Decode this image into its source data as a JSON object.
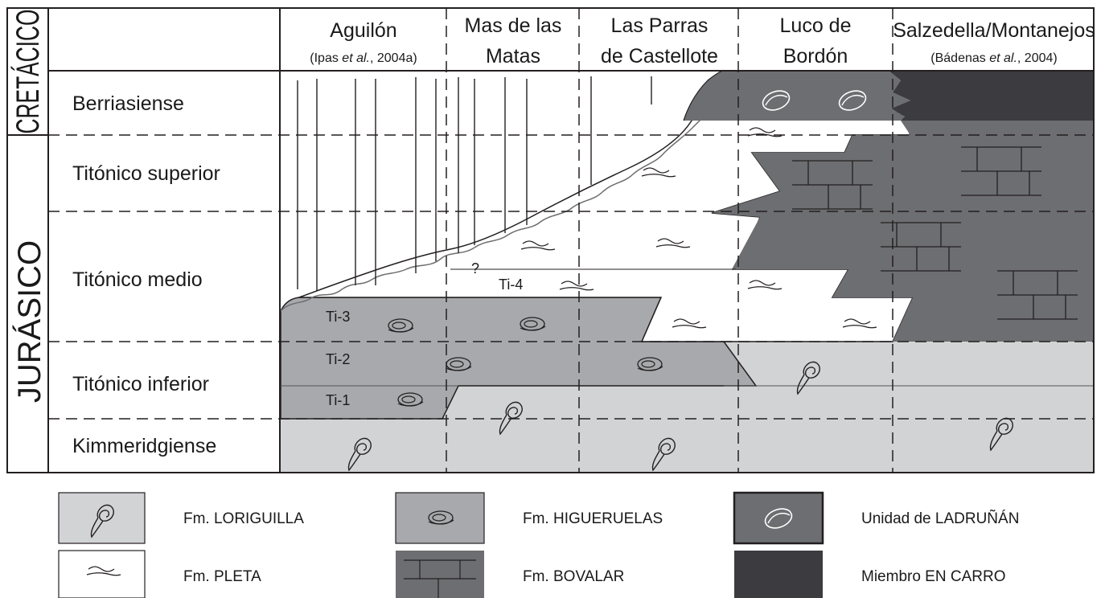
{
  "periods": {
    "cretaceous": "CRETÁCICO",
    "jurassic": "JURÁSICO"
  },
  "stages": {
    "berriasiense": "Berriasiense",
    "titonico_superior": "Titónico superior",
    "titonico_medio": "Titónico medio",
    "titonico_inferior": "Titónico inferior",
    "kimmeridgiense": "Kimmeridgiense"
  },
  "columns": {
    "aguilon": {
      "line1": "Aguilón",
      "line2_pre": "(Ipas ",
      "line2_em": "et al.",
      "line2_post": ", 2004a)"
    },
    "mas": {
      "line1": "Mas de las",
      "line2": "Matas"
    },
    "parras": {
      "line1": "Las Parras",
      "line2": "de Castellote"
    },
    "luco": {
      "line1": "Luco de",
      "line2": "Bordón"
    },
    "salzedella": {
      "line1": "Salzedella/Montanejos",
      "line2_pre": "(Bádenas ",
      "line2_em": "et al.",
      "line2_post": ", 2004)"
    }
  },
  "units": {
    "ti1": "Ti-1",
    "ti2": "Ti-2",
    "ti3": "Ti-3",
    "ti4": "Ti-4",
    "question": "?"
  },
  "legend": {
    "loriguilla": "Fm. LORIGUILLA",
    "higueruelas": "Fm. HIGUERUELAS",
    "ladrunan": "Unidad de LADRUÑÁN",
    "pleta": "Fm. PLETA",
    "bovalar": "Fm. BOVALAR",
    "en_carro": "Miembro EN CARRO"
  },
  "colors": {
    "loriguilla": "#d2d3d5",
    "higueruelas": "#a7a9ac",
    "ladrunan": "#6d6e71",
    "bovalar": "#6d6e71",
    "en_carro": "#3c3b3f",
    "pleta": "#ffffff",
    "line": "#231f20"
  }
}
